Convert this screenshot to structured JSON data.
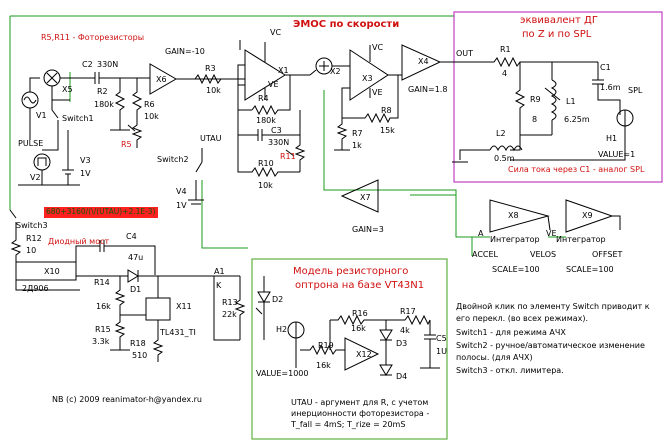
{
  "title": "ЭМОС по скорости",
  "subtitle_photo": "R5,R11 - Фоторезисторы",
  "dg_box": {
    "title1": "эквивалент ДГ",
    "title2": "по Z и по SPL",
    "caption": "Сила тока через C1 - аналог SPL"
  },
  "optron_box": {
    "title1": "Модель резисторного",
    "title2": "оптрона на базе VT43N1",
    "note1": "UTAU - аргумент для R, с учетом",
    "note2": "инерционности фоторезистора -",
    "note3": "T_fall = 4mS; T_rize = 20mS"
  },
  "expression": "680+3160/(\\/(UTAU)+2.1E-3)",
  "labels": {
    "gain_x6": "GAIN=-10",
    "gain_x4": "GAIN=1.8",
    "gain_x7": "GAIN=3",
    "scale_x8": "SCALE=100",
    "scale_x9": "SCALE=100",
    "h1_value": "VALUE=1",
    "h2_value": "VALUE=1000",
    "pulse": "PULSE",
    "diode_bridge": "Диодный мост",
    "integrator_x8": "Интегратор",
    "integrator_x9": "Интегратор",
    "accel": "ACCEL",
    "velos": "VELOS",
    "offset": "OFFSET",
    "out": "OUT",
    "spl": "SPL",
    "utau": "UTAU",
    "copyright": "NB (c) 2009  reanimator-h@yandex.ru"
  },
  "components": {
    "x1": "X1",
    "x2": "X2",
    "x3": "X3",
    "x4": "X4",
    "x5": "X5",
    "x6": "X6",
    "x7": "X7",
    "x8": "X8",
    "x9": "X9",
    "x10": "X10",
    "x11": "X11",
    "x12": "X12",
    "v1": "V1",
    "v2": "V2",
    "v3": "V3",
    "v3v": "1V",
    "v4": "V4",
    "v4v": "1V",
    "switch1": "Switch1",
    "switch2": "Switch2",
    "switch3": "Switch3",
    "c2": "C2",
    "c2v": "330N",
    "c3": "C3",
    "c3v": "330N",
    "c4": "C4",
    "c4v": "47u",
    "c1": "C1",
    "c1v": "1.6m",
    "c5": "C5",
    "c5v": "1U",
    "r2": "R2",
    "r2v": "180k",
    "r3": "R3",
    "r3v": "10k",
    "r4": "R4",
    "r4v": "180k",
    "r5": "R5",
    "r6": "R6",
    "r6v": "10k",
    "r7": "R7",
    "r7v": "1k",
    "r8": "R8",
    "r8v": "15k",
    "r10": "R10",
    "r10v": "10k",
    "r11": "R11",
    "r1": "R1",
    "r1v": "4",
    "r9": "R9",
    "r9v": "8",
    "l1": "L1",
    "l1v": "6.25m",
    "l2": "L2",
    "l2v": "0.5m",
    "h1": "H1",
    "h2": "H2",
    "r12": "R12",
    "r12v": "10",
    "d1": "D1",
    "d2": "D2",
    "d3": "D3",
    "d4": "D4",
    "x10v": "2Д906",
    "r13": "R13",
    "r13v": "22k",
    "r14": "R14",
    "r14v": "16k",
    "r15": "R15",
    "r15v": "3.3k",
    "r16": "R16",
    "r16v": "16k",
    "r17": "R17",
    "r17v": "4k",
    "r18": "R18",
    "r18v": "510",
    "r19": "R19",
    "r19v": "16k",
    "tl431": "TL431_TI",
    "vc": "VC",
    "ve": "VE",
    "a": "A",
    "k": "K",
    "a1": "A1",
    "k1": "K"
  },
  "notes": [
    "Двойной клик по элементу Switch приводит к",
    "его перекл. (во всех режимах).",
    "Switch1 - для режима АЧХ",
    "Switch2 - ручное/автоматическое изменение",
    "полосы. (для АЧХ)",
    "Switch3 - откл. лимитера."
  ],
  "colors": {
    "wire": "#000000",
    "green_wire": "#1a9a1a",
    "red_text": "#d01010",
    "box_magenta": "#c040c0",
    "box_green": "#60b040",
    "tag_bg": "#ff2020",
    "tag_fg": "#0a5a0a"
  }
}
